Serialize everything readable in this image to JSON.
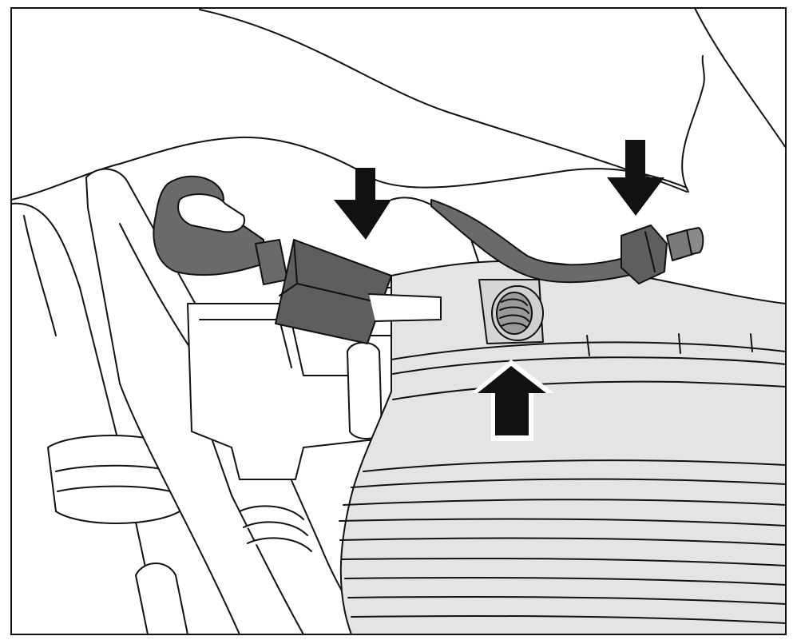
{
  "illustration": {
    "colors": {
      "background": "#ffffff",
      "outline": "#111111",
      "hose_fill": "#6a6a6a",
      "fitting_fill": "#5e5e5e",
      "spring_fill": "#e4e4e4",
      "arrow_fill": "#111111",
      "arrow_halo": "#ffffff"
    },
    "callouts": [
      {
        "id": "arrow-hose-fitting",
        "direction": "down",
        "target": "hose-fitting"
      },
      {
        "id": "arrow-line-nut",
        "direction": "down",
        "target": "line-nut"
      },
      {
        "id": "arrow-mounting-nut",
        "direction": "up",
        "target": "mounting-nut"
      }
    ],
    "components": [
      "air-spring",
      "air-line",
      "hose-fitting",
      "line-nut",
      "mounting-nut",
      "mounting-bracket",
      "vehicle-body-panel",
      "suspension-arm"
    ]
  }
}
